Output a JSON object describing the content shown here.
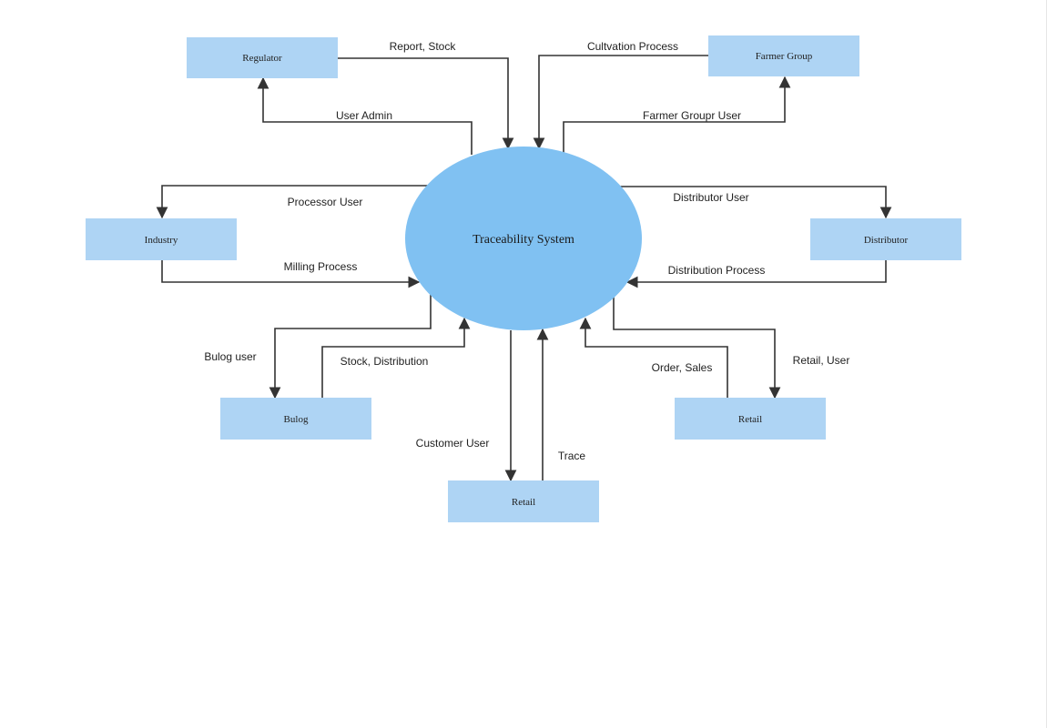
{
  "colors": {
    "center_fill": "#80c1f2",
    "node_fill": "#aed4f4",
    "arrow": "#333333",
    "text": "#222222"
  },
  "center": {
    "label": "Traceability System"
  },
  "nodes": {
    "regulator": "Regulator",
    "farmer_group": "Farmer Group",
    "industry": "Industry",
    "distributor": "Distributor",
    "bulog": "Bulog",
    "retail_right": "Retail",
    "retail_bottom": "Retail"
  },
  "edges": {
    "report_stock": "Report, Stock",
    "user_admin": "User Admin",
    "cultivation_process": "Cultvation Process",
    "farmer_group_user": "Farmer Groupr User",
    "processor_user": "Processor User",
    "milling_process": "Milling Process",
    "distributor_user": "Distributor User",
    "distribution_process": "Distribution Process",
    "bulog_user": "Bulog user",
    "stock_distribution": "Stock, Distribution",
    "order_sales": "Order, Sales",
    "retail_user": "Retail, User",
    "customer_user": "Customer User",
    "trace": "Trace"
  }
}
